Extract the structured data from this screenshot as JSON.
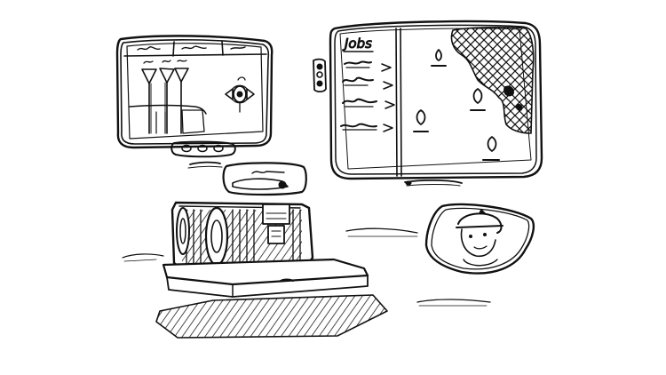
{
  "colors": {
    "ink": "#111111",
    "paper": "#ffffff"
  },
  "right_screen": {
    "header_label": "Jobs",
    "list_item_count": 4,
    "pin_count": 6,
    "map_region": "crosshatched-land"
  },
  "left_screen": {
    "slider_count": 3,
    "control_icon": "camera-control-icon"
  },
  "video_call": {
    "participant_icon": "person-with-hardhat-icon"
  },
  "side_controls": {
    "button_count": 3
  }
}
